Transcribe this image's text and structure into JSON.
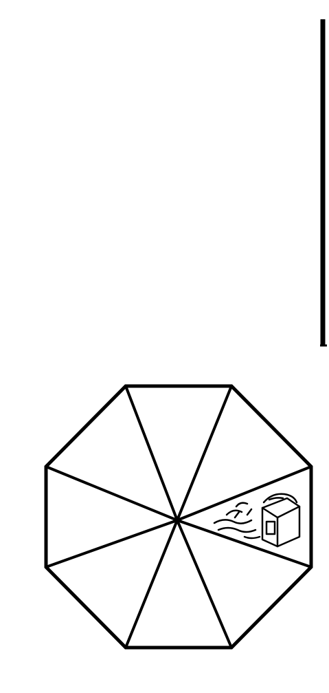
{
  "figure": {
    "description_free": true,
    "octagon": {
      "sides": 8,
      "segments": 8,
      "illustrated_segment": "right-upper",
      "illustration_icon": "fried-food-icon"
    },
    "vertical_bar": {
      "present": true
    },
    "colors": {
      "stroke": "#000000",
      "background": "#ffffff"
    }
  }
}
